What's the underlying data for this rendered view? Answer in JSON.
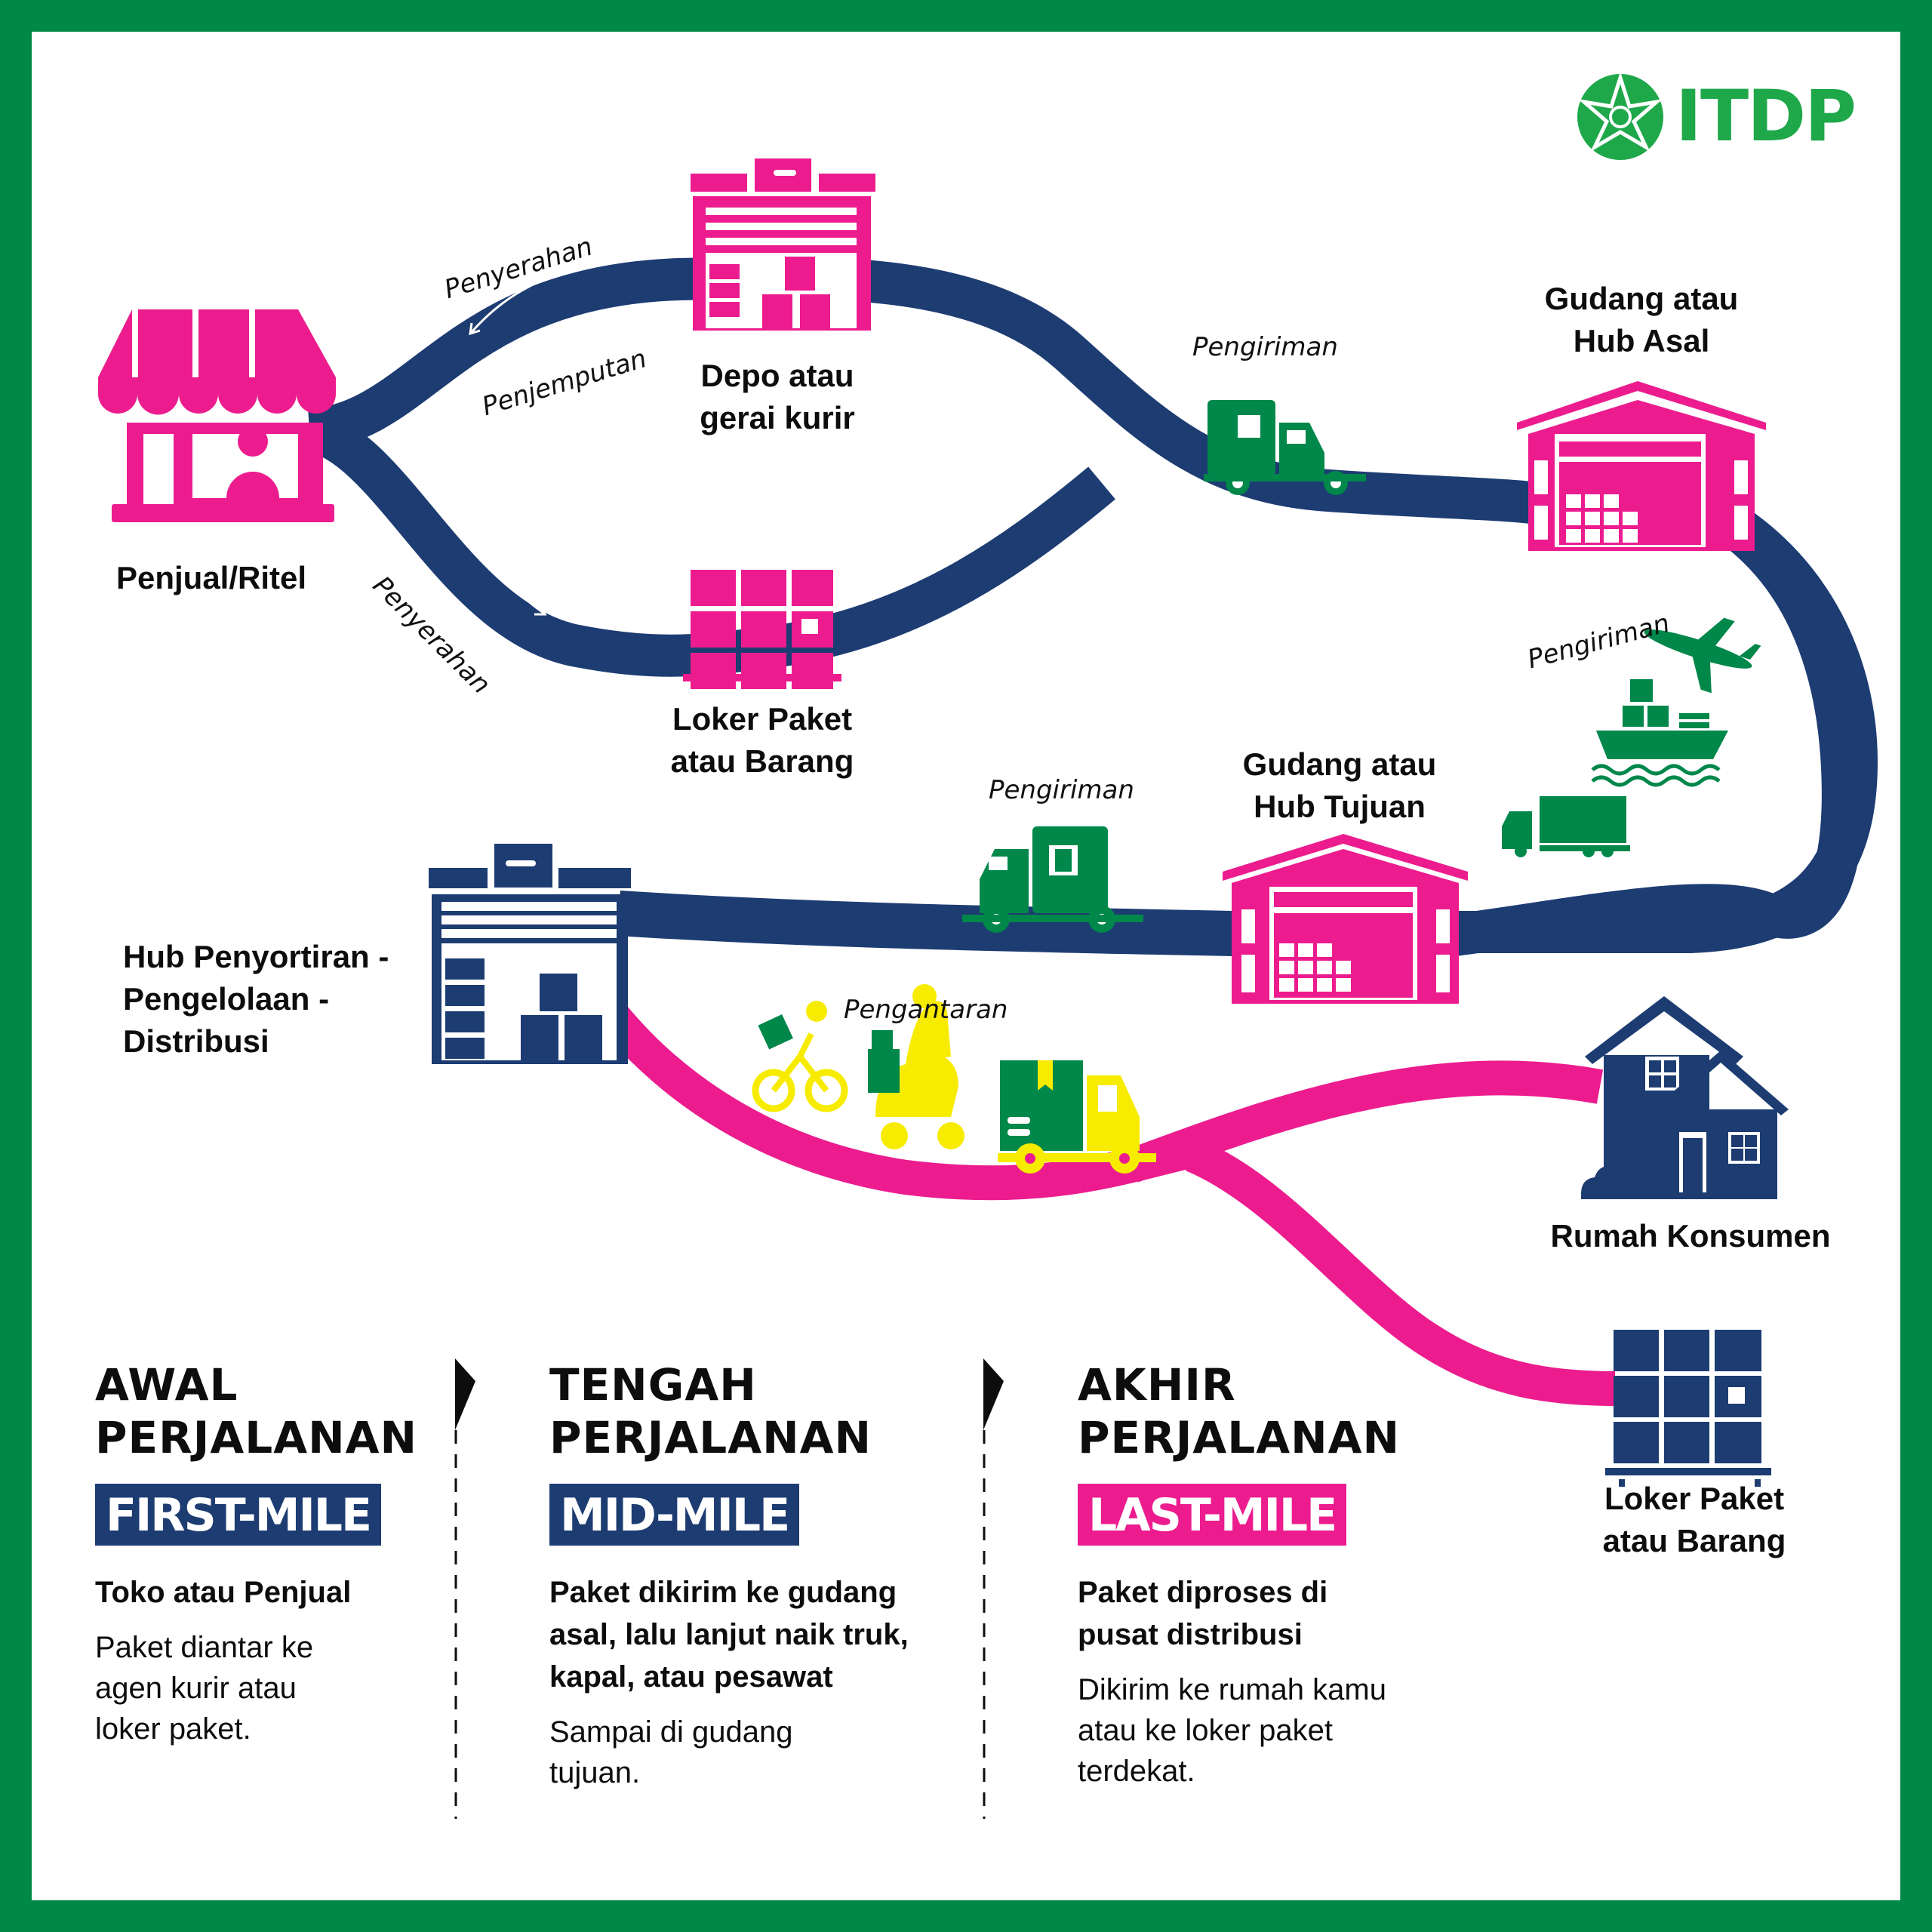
{
  "colors": {
    "frame_green": "#008847",
    "logo_green": "#1fa84a",
    "road_navy": "#1d3c72",
    "road_pink": "#ec1c8e",
    "icon_pink": "#ec1c8e",
    "icon_green": "#00874a",
    "icon_yellow": "#f7ec00",
    "icon_navy": "#1d3c72",
    "text": "#0d0d0d"
  },
  "logo": {
    "icon": "itdp-star-wheel-icon",
    "text": "ITDP"
  },
  "nodes": {
    "seller": {
      "label": "Penjual/Ritel",
      "icon": "storefront-icon"
    },
    "depot": {
      "label_lines": [
        "Depo atau",
        "gerai kurir"
      ],
      "icon": "depot-building-icon"
    },
    "locker_first": {
      "label_lines": [
        "Loker Paket",
        "atau Barang"
      ],
      "icon": "parcel-locker-icon"
    },
    "origin_hub": {
      "label_lines": [
        "Gudang atau",
        "Hub Asal"
      ],
      "icon": "warehouse-icon"
    },
    "destination_hub": {
      "label_lines": [
        "Gudang atau",
        "Hub Tujuan"
      ],
      "icon": "warehouse-icon"
    },
    "sorting_hub": {
      "label_lines": [
        "Hub Penyortiran -",
        "Pengelolaan -",
        "Distribusi"
      ],
      "icon": "sorting-hub-building-icon"
    },
    "home": {
      "label": "Rumah Konsumen",
      "icon": "houses-icon"
    },
    "locker_last": {
      "label_lines": [
        "Loker Paket",
        "atau Barang"
      ],
      "icon": "parcel-locker-icon"
    }
  },
  "route_labels": {
    "handover_to_depot": "Penyerahan",
    "pickup_from_depot": "Penjemputan",
    "handover_to_locker": "Penyerahan",
    "shipping_to_origin": "Pengiriman",
    "shipping_multimodal": "Pengiriman",
    "shipping_to_sorting": "Pengiriman",
    "delivery": "Pengantaran"
  },
  "vehicles": {
    "first_truck": "delivery-truck-icon",
    "multimodal": [
      "airplane-icon",
      "cargo-ship-icon",
      "cargo-truck-icon"
    ],
    "mid_truck": "delivery-truck-icon",
    "last_mile": [
      "bicycle-courier-icon",
      "scooter-courier-icon",
      "box-truck-icon"
    ]
  },
  "phases": [
    {
      "title_lines": [
        "AWAL",
        "PERJALANAN"
      ],
      "badge": "FIRST-MILE",
      "badge_color": "#1d3c72",
      "subtitle": "Toko atau Penjual",
      "description": "Paket diantar ke agen kurir atau loker paket."
    },
    {
      "title_lines": [
        "TENGAH",
        "PERJALANAN"
      ],
      "badge": "MID-MILE",
      "badge_color": "#1d3c72",
      "subtitle": "Paket dikirim ke gudang asal, lalu lanjut naik truk, kapal, atau pesawat",
      "description": "Sampai di gudang tujuan."
    },
    {
      "title_lines": [
        "AKHIR",
        "PERJALANAN"
      ],
      "badge": "LAST-MILE",
      "badge_color": "#ec1c8e",
      "subtitle": "Paket diproses di pusat distribusi",
      "description": "Dikirim ke rumah kamu atau ke loker paket terdekat."
    }
  ]
}
